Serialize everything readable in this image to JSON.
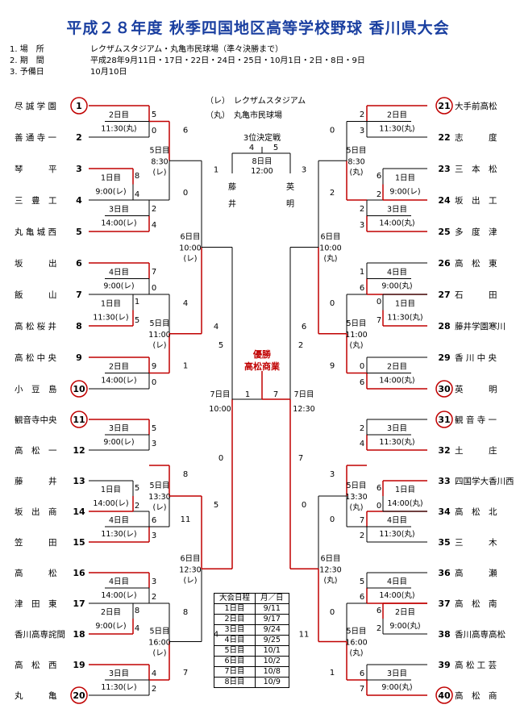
{
  "title": "平成２８年度 秋季四国地区高等学校野球 香川県大会",
  "info": [
    {
      "num": "1.",
      "label": "場　所",
      "value": "レクザムスタジアム・丸亀市民球場（準々決勝まで）"
    },
    {
      "num": "2.",
      "label": "期　間",
      "value": "平成28年9月11日・17日・22日・24日・25日・10月1日・2日・8日・9日"
    },
    {
      "num": "3.",
      "label": "予備日",
      "value": "10月10日"
    }
  ],
  "venues": {
    "re": "（レ）　レクザムスタジアム",
    "maru": "（丸）　丸亀市民球場"
  },
  "third_place": {
    "label": "3位決定戦",
    "left_score": "4",
    "right_score": "5",
    "day": "8日目",
    "time": "12:00",
    "left_team": [
      "藤",
      "井"
    ],
    "right_team": [
      "英",
      "明"
    ]
  },
  "champion": {
    "label": "優勝",
    "team": "高松商業"
  },
  "final": {
    "day_left": "7日目",
    "time_left": "10:00",
    "day_right": "7日目",
    "time_right": "12:30",
    "left_score": "1",
    "right_score": "7"
  },
  "left_teams": [
    {
      "name": "尽 誠 学 園",
      "num": "1",
      "circled": true
    },
    {
      "name": "善 通 寺 一",
      "num": "2"
    },
    {
      "name": "琴　　　平",
      "num": "3"
    },
    {
      "name": "三　豊　工",
      "num": "4"
    },
    {
      "name": "丸 亀 城 西",
      "num": "5"
    },
    {
      "name": "坂　　　出",
      "num": "6"
    },
    {
      "name": "飯　　　山",
      "num": "7"
    },
    {
      "name": "高 松 桜 井",
      "num": "8"
    },
    {
      "name": "高 松 中 央",
      "num": "9"
    },
    {
      "name": "小　豆　島",
      "num": "10",
      "circled": true
    },
    {
      "name": "観音寺中央",
      "num": "11",
      "circled": true
    },
    {
      "name": "高　松　一",
      "num": "12"
    },
    {
      "name": "藤　　　井",
      "num": "13"
    },
    {
      "name": "坂　出　商",
      "num": "14"
    },
    {
      "name": "笠　　　田",
      "num": "15"
    },
    {
      "name": "高　　　松",
      "num": "16"
    },
    {
      "name": "津　田　東",
      "num": "17"
    },
    {
      "name": "香川高専詫間",
      "num": "18"
    },
    {
      "name": "高　松　西",
      "num": "19"
    },
    {
      "name": "丸　　　亀",
      "num": "20",
      "circled": true
    }
  ],
  "right_teams": [
    {
      "name": "大手前高松",
      "num": "21",
      "circled": true
    },
    {
      "name": "志　　　度",
      "num": "22"
    },
    {
      "name": "三　本　松",
      "num": "23"
    },
    {
      "name": "坂　出　工",
      "num": "24"
    },
    {
      "name": "多　度　津",
      "num": "25"
    },
    {
      "name": "高　松　東",
      "num": "26"
    },
    {
      "name": "石　　　田",
      "num": "27"
    },
    {
      "name": "藤井学園寒川",
      "num": "28"
    },
    {
      "name": "香 川 中 央",
      "num": "29"
    },
    {
      "name": "英　　　明",
      "num": "30",
      "circled": true
    },
    {
      "name": "観 音 寺 一",
      "num": "31",
      "circled": true
    },
    {
      "name": "土　　　庄",
      "num": "32"
    },
    {
      "name": "四国学大香川西",
      "num": "33"
    },
    {
      "name": "高　松　北",
      "num": "34"
    },
    {
      "name": "三　　　木",
      "num": "35"
    },
    {
      "name": "高　　　瀬",
      "num": "36"
    },
    {
      "name": "高　松　南",
      "num": "37"
    },
    {
      "name": "香川高専高松",
      "num": "38"
    },
    {
      "name": "高 松 工 芸",
      "num": "39"
    },
    {
      "name": "高　松　商",
      "num": "40",
      "circled": true
    }
  ],
  "left_labels": {
    "r1": [
      {
        "day": "2日目",
        "time": "11:30(丸)",
        "top": "5",
        "bot": "0"
      },
      {
        "day": "3日目",
        "time": "14:00(レ)",
        "top": "2",
        "bot": "4"
      },
      {
        "day": "4日目",
        "time": "9:00(レ)",
        "top": "7",
        "bot": "0"
      },
      {
        "day": "2日目",
        "time": "14:00(レ)",
        "top": "9",
        "bot": "0"
      },
      {
        "day": "3日目",
        "time": "9:00(レ)",
        "top": "5",
        "bot": "3"
      },
      {
        "day": "4日目",
        "time": "11:30(レ)",
        "top": "6",
        "bot": "3"
      },
      {
        "day": "4日目",
        "time": "14:00(レ)",
        "top": "3",
        "bot": "2"
      },
      {
        "day": "3日目",
        "time": "11:30(レ)",
        "top": "4",
        "bot": "2"
      }
    ],
    "pre": [
      {
        "day": "1日目",
        "time": "9:00(レ)",
        "top": "8",
        "bot": "4"
      },
      {
        "day": "1日目",
        "time": "11:30(レ)",
        "top": "1",
        "bot": "5"
      },
      {
        "day": "1日目",
        "time": "14:00(レ)",
        "top": "5",
        "bot": "2"
      },
      {
        "day": "2日目",
        "time": "9:00(レ)",
        "top": "8",
        "bot": "4"
      }
    ],
    "r2": [
      {
        "day": "5日目",
        "time": "8:30",
        "venue": "(レ)",
        "top": "6",
        "bot": "0"
      },
      {
        "day": "5日目",
        "time": "11:00",
        "venue": "(レ)",
        "top": "4",
        "bot": "1"
      },
      {
        "day": "5日目",
        "time": "13:30",
        "venue": "(レ)",
        "top": "8",
        "bot": "11"
      },
      {
        "day": "5日目",
        "time": "16:00",
        "venue": "(レ)",
        "top": "8",
        "bot": "7"
      }
    ],
    "qf": [
      {
        "day": "6日目",
        "time": "10:00",
        "venue": "(レ)",
        "top": "1",
        "bot": "4"
      },
      {
        "day": "6日目",
        "time": "12:30",
        "venue": "(レ)",
        "top": "5",
        "bot": "4"
      }
    ],
    "sf": {
      "top": "5",
      "bot": "0"
    }
  },
  "right_labels": {
    "r1": [
      {
        "day": "2日目",
        "time": "11:30(丸)",
        "top": "2",
        "bot": "3"
      },
      {
        "day": "3日目",
        "time": "14:00(丸)",
        "top": "2",
        "bot": "3"
      },
      {
        "day": "4日目",
        "time": "9:00(丸)",
        "top": "1",
        "bot": "6"
      },
      {
        "day": "2日目",
        "time": "14:00(丸)",
        "top": "0",
        "bot": "6"
      },
      {
        "day": "3日目",
        "time": "11:30(丸)",
        "top": "2",
        "bot": "4"
      },
      {
        "day": "4日目",
        "time": "11:30(丸)",
        "top": "7",
        "bot": "2"
      },
      {
        "day": "4日目",
        "time": "14:00(丸)",
        "top": "5",
        "bot": "6"
      },
      {
        "day": "3日目",
        "time": "9:00(丸)",
        "top": "6",
        "bot": "7"
      }
    ],
    "pre": [
      {
        "day": "1日目",
        "time": "9:00(レ)",
        "top": "6",
        "bot": "2"
      },
      {
        "day": "1日目",
        "time": "11:30(丸)",
        "top": "0",
        "bot": "7"
      },
      {
        "day": "1日目",
        "time": "14:00(丸)",
        "top": "6",
        "bot": "0"
      },
      {
        "day": "2日目",
        "time": "9:00(丸)",
        "top": "6",
        "bot": "2"
      }
    ],
    "r2": [
      {
        "day": "5日目",
        "time": "8:30",
        "venue": "(丸)",
        "top": "0",
        "bot": "2"
      },
      {
        "day": "5日目",
        "time": "11:00",
        "venue": "(丸)",
        "top": "0",
        "bot": "9"
      },
      {
        "day": "5日目",
        "time": "13:30",
        "venue": "(丸)",
        "top": "3",
        "bot": "0"
      },
      {
        "day": "5日目",
        "time": "16:00",
        "venue": "(丸)",
        "top": "0",
        "bot": "1"
      }
    ],
    "qf": [
      {
        "day": "6日目",
        "time": "10:00",
        "venue": "(丸)",
        "top": "3",
        "bot": "6"
      },
      {
        "day": "6日目",
        "time": "12:30",
        "venue": "(丸)",
        "top": "0",
        "bot": "11"
      }
    ],
    "sf": {
      "top": "2",
      "bot": "7"
    }
  },
  "schedule": {
    "headers": [
      "大会日程",
      "月／日"
    ],
    "rows": [
      [
        "1日目",
        "9/11"
      ],
      [
        "2日目",
        "9/17"
      ],
      [
        "3日目",
        "9/24"
      ],
      [
        "4日目",
        "9/25"
      ],
      [
        "5日目",
        "10/1"
      ],
      [
        "6日目",
        "10/2"
      ],
      [
        "7日目",
        "10/8"
      ],
      [
        "8日目",
        "10/9"
      ]
    ]
  },
  "colors": {
    "win": "#c00000",
    "lose": "#000000",
    "title": "#1a3fa0"
  }
}
